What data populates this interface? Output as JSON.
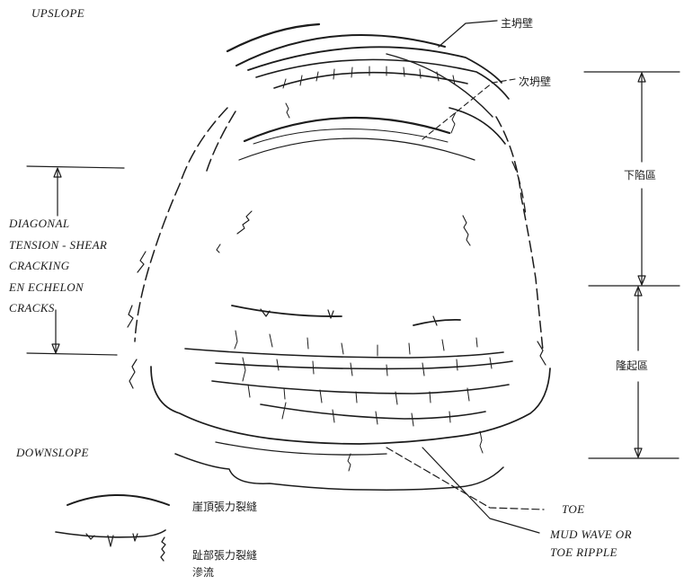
{
  "diagram": {
    "upslope_label": "UPSLOPE",
    "downslope_label": "DOWNSLOPE",
    "main_scarp_label": "主坍壁",
    "minor_scarp_label": "次坍壁",
    "depletion_zone_label": "下陷區",
    "accumulation_zone_label": "隆起區",
    "diagonal_cracking_lines": [
      "DIAGONAL",
      "TENSION - SHEAR",
      "CRACKING",
      "EN ECHELON",
      "CRACKS"
    ],
    "toe_label": "TOE",
    "mud_wave_lines": [
      "MUD WAVE OR",
      "TOE RIPPLE"
    ]
  },
  "legend": {
    "crown_crack_label": "崖頂張力裂縫",
    "toe_crack_label": "趾部張力裂縫",
    "seepage_label": "滲流"
  },
  "colors": {
    "ink": "#1c1c1c",
    "background": "#ffffff"
  }
}
